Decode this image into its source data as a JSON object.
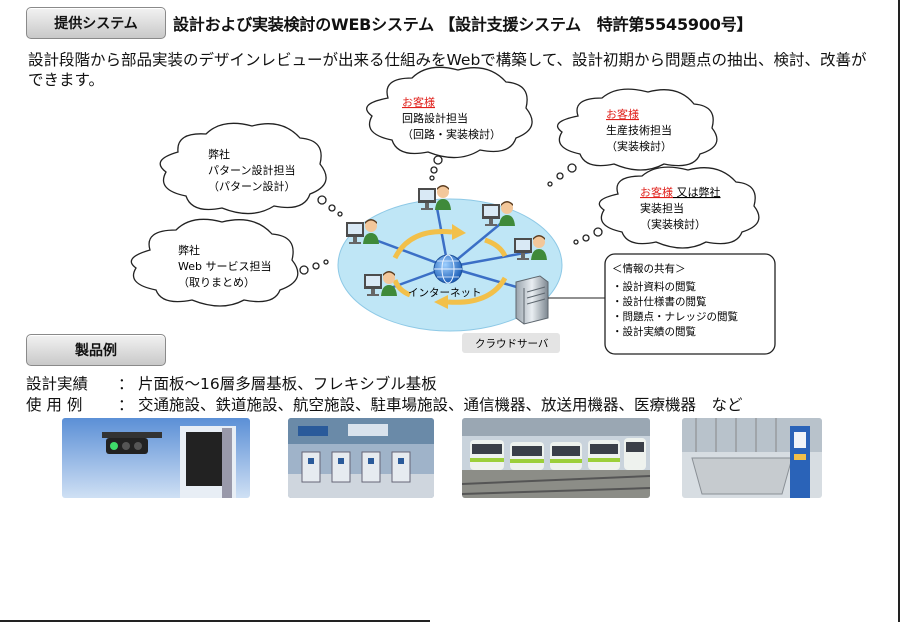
{
  "sections": {
    "system_tab": "提供システム",
    "product_tab": "製品例"
  },
  "heading": "設計および実装検討のWEBシステム 【設計支援システム　特許第5545900号】",
  "description": "設計段階から部品実装のデザインレビューが出来る仕組みをWebで構築して、設計初期から問題点の抽出、検討、改善ができます。",
  "bubbles": {
    "pattern": {
      "line1": "弊社",
      "line2": "パターン設計担当",
      "line3": "（パターン設計）"
    },
    "circuit": {
      "customer": "お客様",
      "line2": "回路設計担当",
      "line3": "（回路・実装検討）"
    },
    "production": {
      "customer": "お客様",
      "line2": "生産技術担当",
      "line3": "（実装検討）"
    },
    "mounting": {
      "customer": "お客様",
      "or": " 又は弊社",
      "line2": "実装担当",
      "line3": "（実装検討）"
    },
    "web": {
      "line1": "弊社",
      "line2": "Web サービス担当",
      "line3": "（取りまとめ）"
    }
  },
  "network": {
    "internet_label": "インターネット",
    "server_label": "クラウドサーバ"
  },
  "info_box": {
    "title": "＜情報の共有＞",
    "items": [
      "・設計資料の閲覧",
      "・設計仕様書の閲覧",
      "・問題点・ナレッジの閲覧",
      "・設計実績の閲覧"
    ]
  },
  "specs": {
    "record_label": "設計実績",
    "record_value": "片面板～16層多層基板、フレキシブル基板",
    "usage_label": "使 用 例",
    "usage_value": "交通施設、鉄道施設、航空施設、駐車場施設、通信機器、放送用機器、医療機器　など",
    "colon": "："
  },
  "colors": {
    "customer_red": "#e0201b",
    "network_blue": "#3b6fc6",
    "ellipse_fill": "#bfe6f6"
  }
}
